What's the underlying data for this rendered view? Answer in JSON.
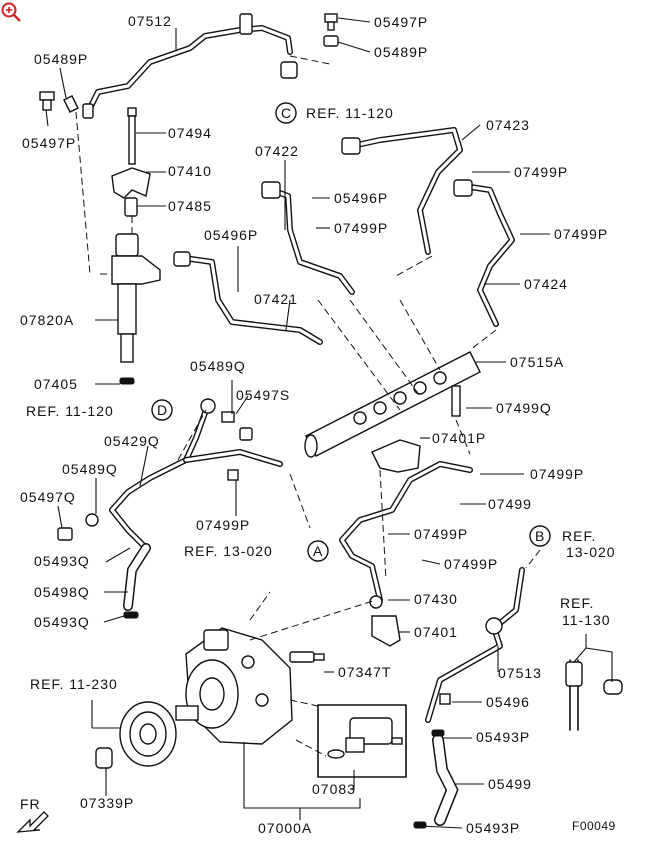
{
  "corner_icon": "magnifier-plus-icon",
  "diagram_code": "F00049",
  "front_marker": "FR",
  "refs": [
    {
      "id": "ref-c",
      "circle": "C",
      "label": "REF. 11-120"
    },
    {
      "id": "ref-d",
      "circle": "D",
      "label": "REF. 11-120"
    },
    {
      "id": "ref-a",
      "circle": "A",
      "label": "REF. 13-020"
    },
    {
      "id": "ref-b",
      "circle": "B",
      "label": "REF.",
      "label2": "13-020"
    },
    {
      "id": "ref-11-130",
      "label": "REF.",
      "label2": "11-130"
    },
    {
      "id": "ref-11-230",
      "label": "REF. 11-230"
    }
  ],
  "parts": [
    "07512",
    "05497P",
    "05489P",
    "05489P",
    "05497P",
    "07494",
    "07410",
    "07485",
    "07820A",
    "07405",
    "07422",
    "05496P",
    "07499P",
    "07423",
    "07499P",
    "07499P",
    "07424",
    "05496P",
    "07421",
    "07515A",
    "05489Q",
    "05497S",
    "07499Q",
    "07401P",
    "05429Q",
    "05489Q",
    "07499P",
    "07499P",
    "05497Q",
    "07499",
    "07499P",
    "05493Q",
    "07499P",
    "05498Q",
    "05493Q",
    "07430",
    "07401",
    "07347T",
    "07513",
    "05496",
    "05493P",
    "07083",
    "05499",
    "07339P",
    "07000A",
    "05493P"
  ]
}
